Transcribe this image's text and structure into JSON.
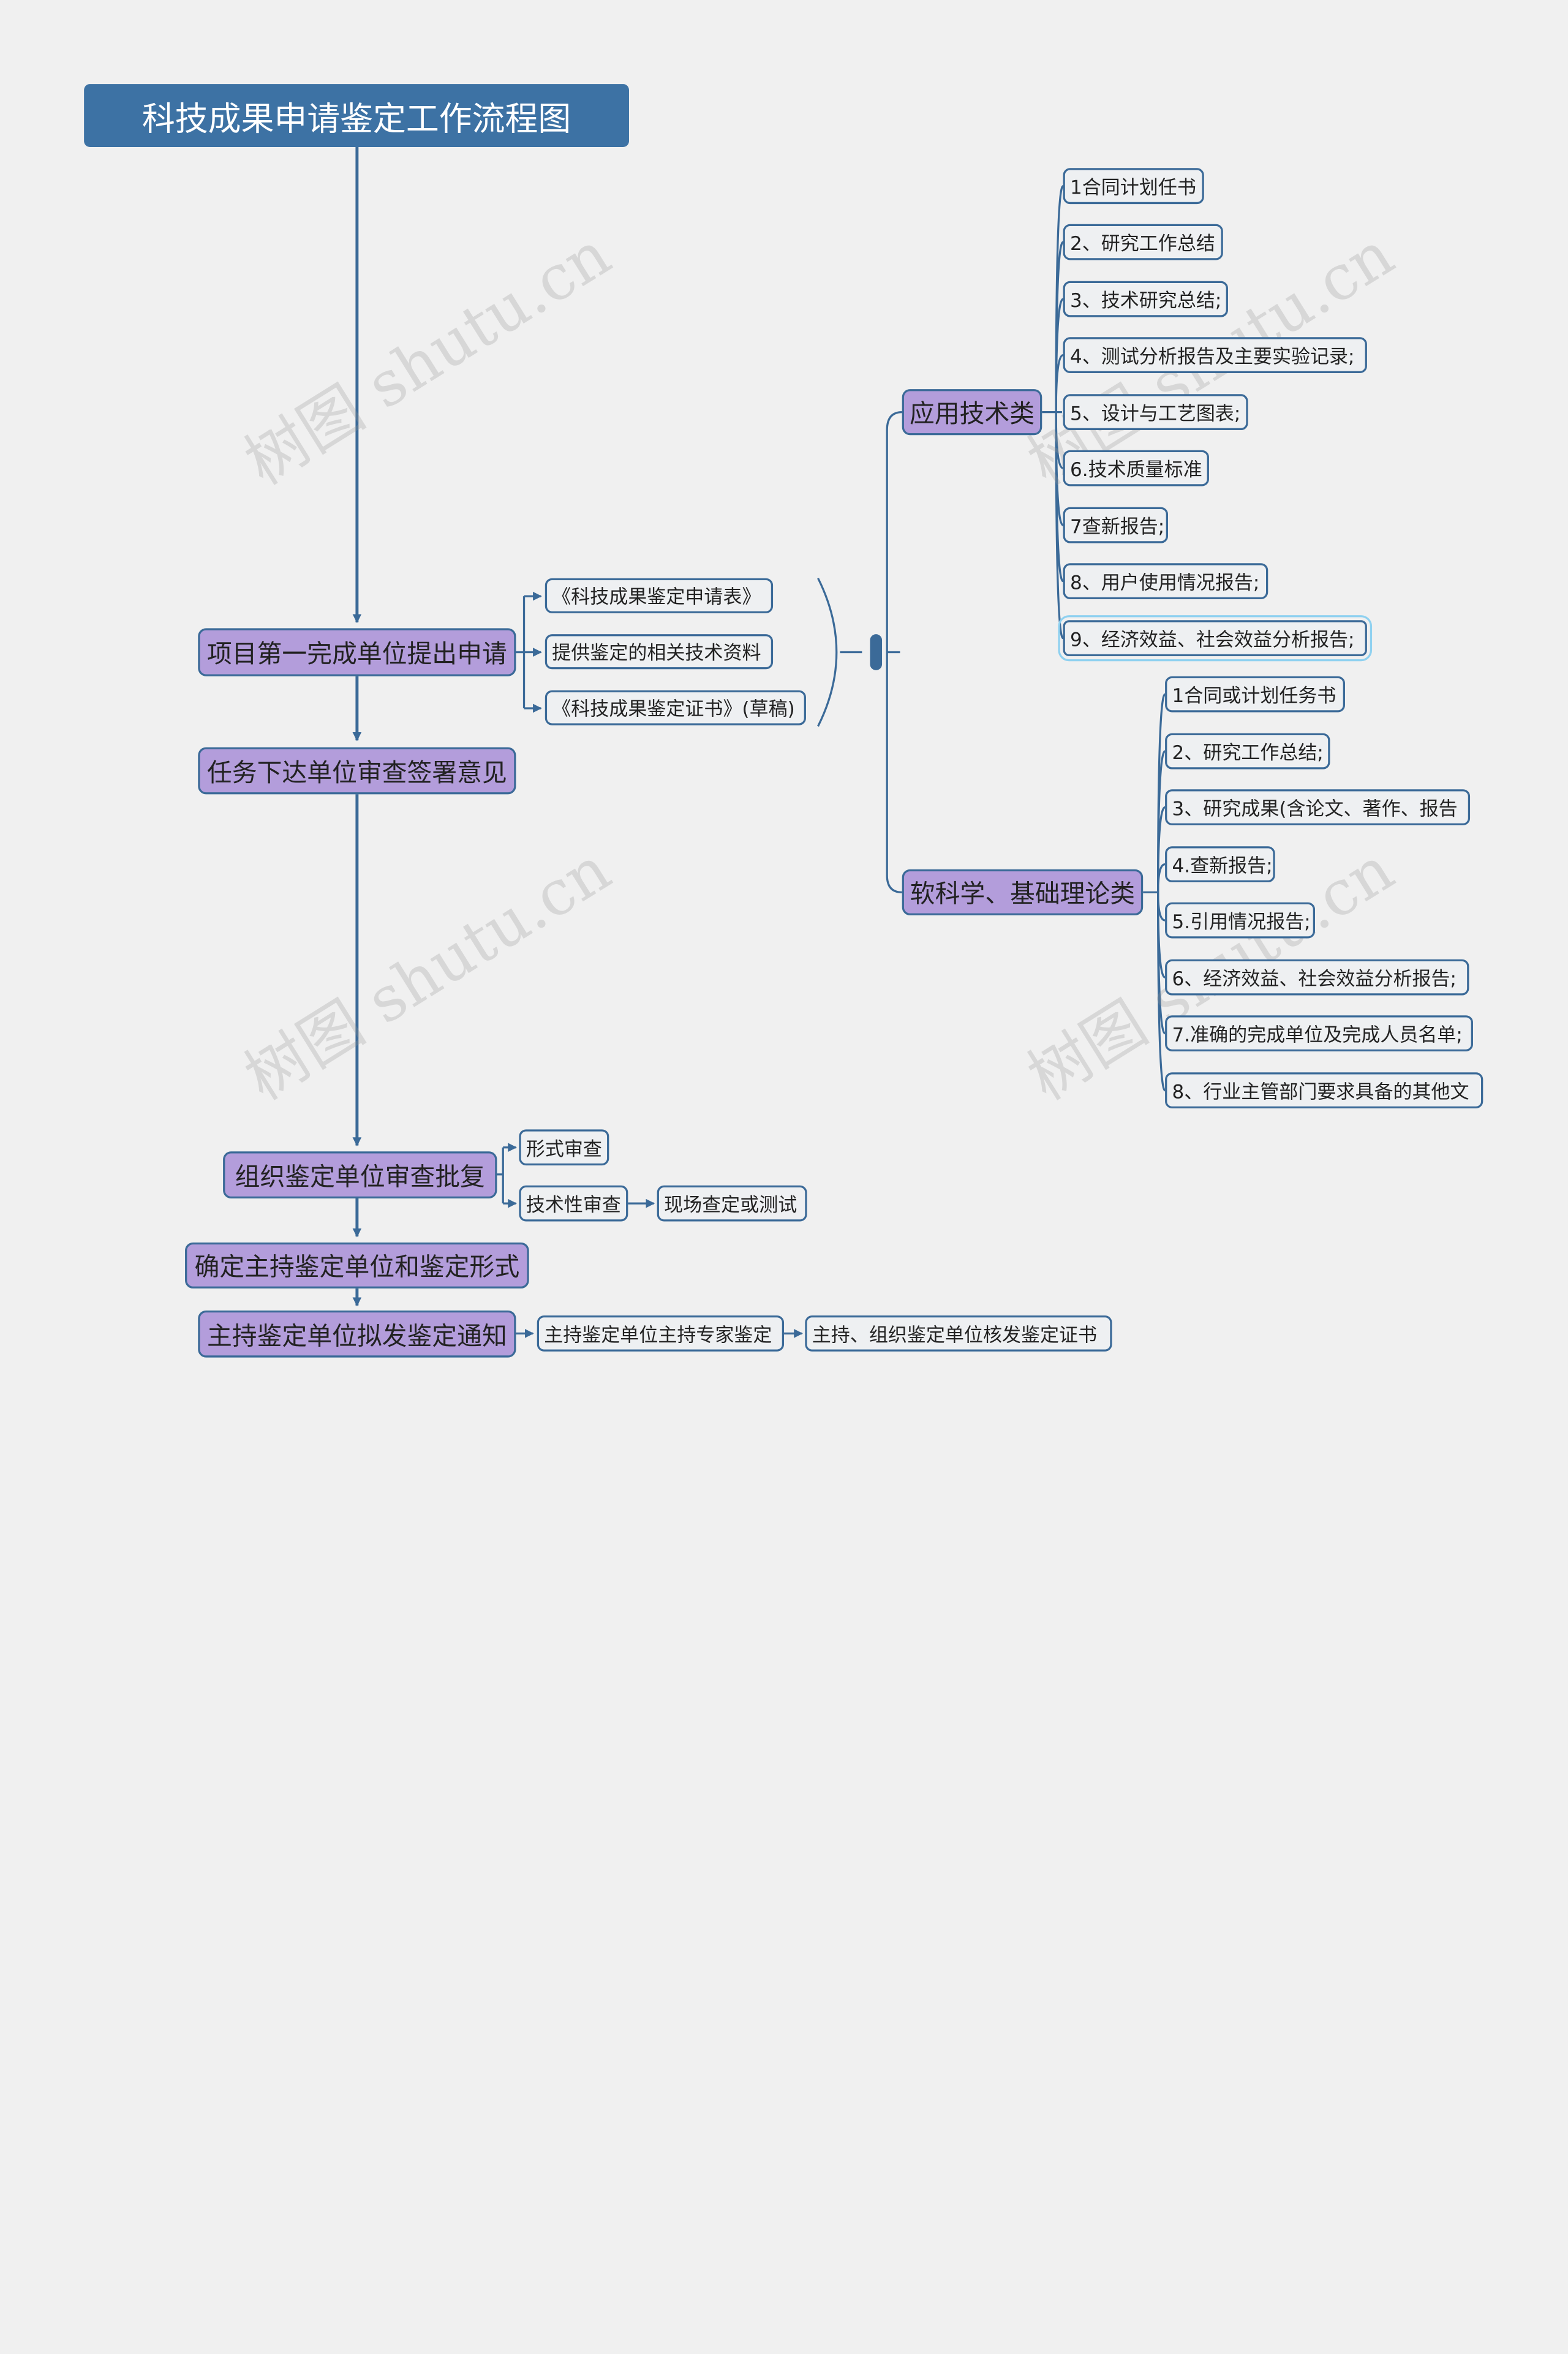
{
  "title": "科技成果申请鉴定工作流程图",
  "steps": {
    "s1": "项目第一完成单位提出申请",
    "s2": "任务下达单位审查签署意见",
    "s3": "组织鉴定单位审查批复",
    "s4": "确定主持鉴定单位和鉴定形式",
    "s5": "主持鉴定单位拟发鉴定通知"
  },
  "apply_items": [
    "《科技成果鉴定申请表》",
    "提供鉴定的相关技术资料",
    "《科技成果鉴定证书》(草稿)"
  ],
  "categories": {
    "applied": {
      "label": "应用技术类",
      "items": [
        "1合同计划任书",
        "2、研究工作总结",
        "3、技术研究总结;",
        "4、测试分析报告及主要实验记录;",
        "5、设计与工艺图表;",
        "6.技术质量标准",
        "7查新报告;",
        "8、用户使用情况报告;",
        "9、经济效益、社会效益分析报告;"
      ]
    },
    "soft": {
      "label": "软科学、基础理论类",
      "items": [
        "1合同或计划任务书",
        "2、研究工作总结;",
        "3、研究成果(含论文、著作、报告",
        "4.查新报告;",
        "5.引用情况报告;",
        "6、经济效益、社会效益分析报告;",
        "7.准确的完成单位及完成人员名单;",
        "8、行业主管部门要求具备的其他文"
      ]
    }
  },
  "review": {
    "formal": "形式审查",
    "technical": "技术性审查",
    "onsite": "现场查定或测试"
  },
  "notice": {
    "host_expert": "主持鉴定单位主持专家鉴定",
    "issue_cert": "主持、组织鉴定单位核发鉴定证书"
  },
  "watermark": "树图 shutu.cn",
  "colors": {
    "title_bg": "#3d72a4",
    "main_bg": "#b39ddb",
    "line": "#3b6a98",
    "leaf_bg": "#eef0f2",
    "highlight": "#8fd1f0"
  }
}
